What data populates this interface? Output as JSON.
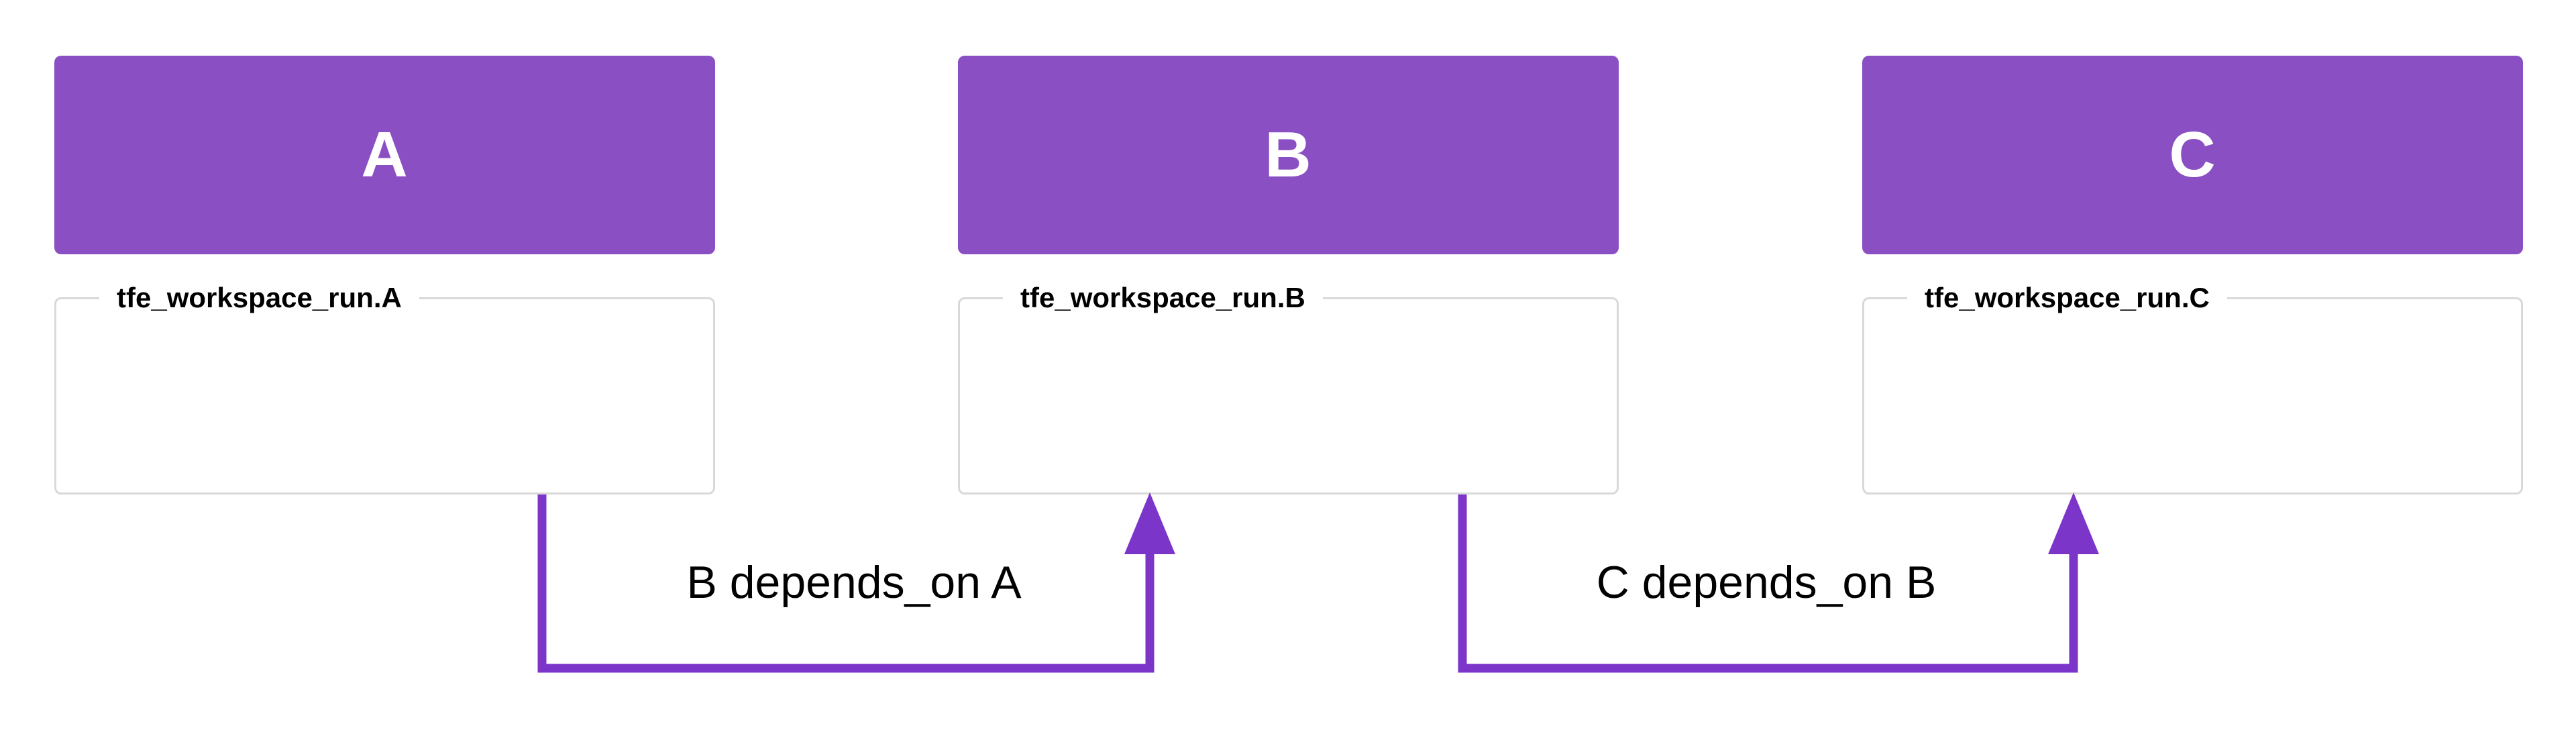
{
  "diagram": {
    "nodes": [
      {
        "id": "A",
        "title": "A",
        "resource": "tfe_workspace_run.A"
      },
      {
        "id": "B",
        "title": "B",
        "resource": "tfe_workspace_run.B"
      },
      {
        "id": "C",
        "title": "C",
        "resource": "tfe_workspace_run.C"
      }
    ],
    "edges": [
      {
        "from": "tfe_workspace_run.A",
        "to": "tfe_workspace_run.B",
        "label": "B depends_on A"
      },
      {
        "from": "tfe_workspace_run.B",
        "to": "tfe_workspace_run.C",
        "label": "C depends_on B"
      }
    ],
    "colors": {
      "node_fill": "#8a4fc3",
      "node_text": "#ffffff",
      "edge": "#7c35c9",
      "resource_border": "#d9d9d9",
      "resource_text": "#000000",
      "label_text": "#000000",
      "background": "#ffffff"
    }
  }
}
